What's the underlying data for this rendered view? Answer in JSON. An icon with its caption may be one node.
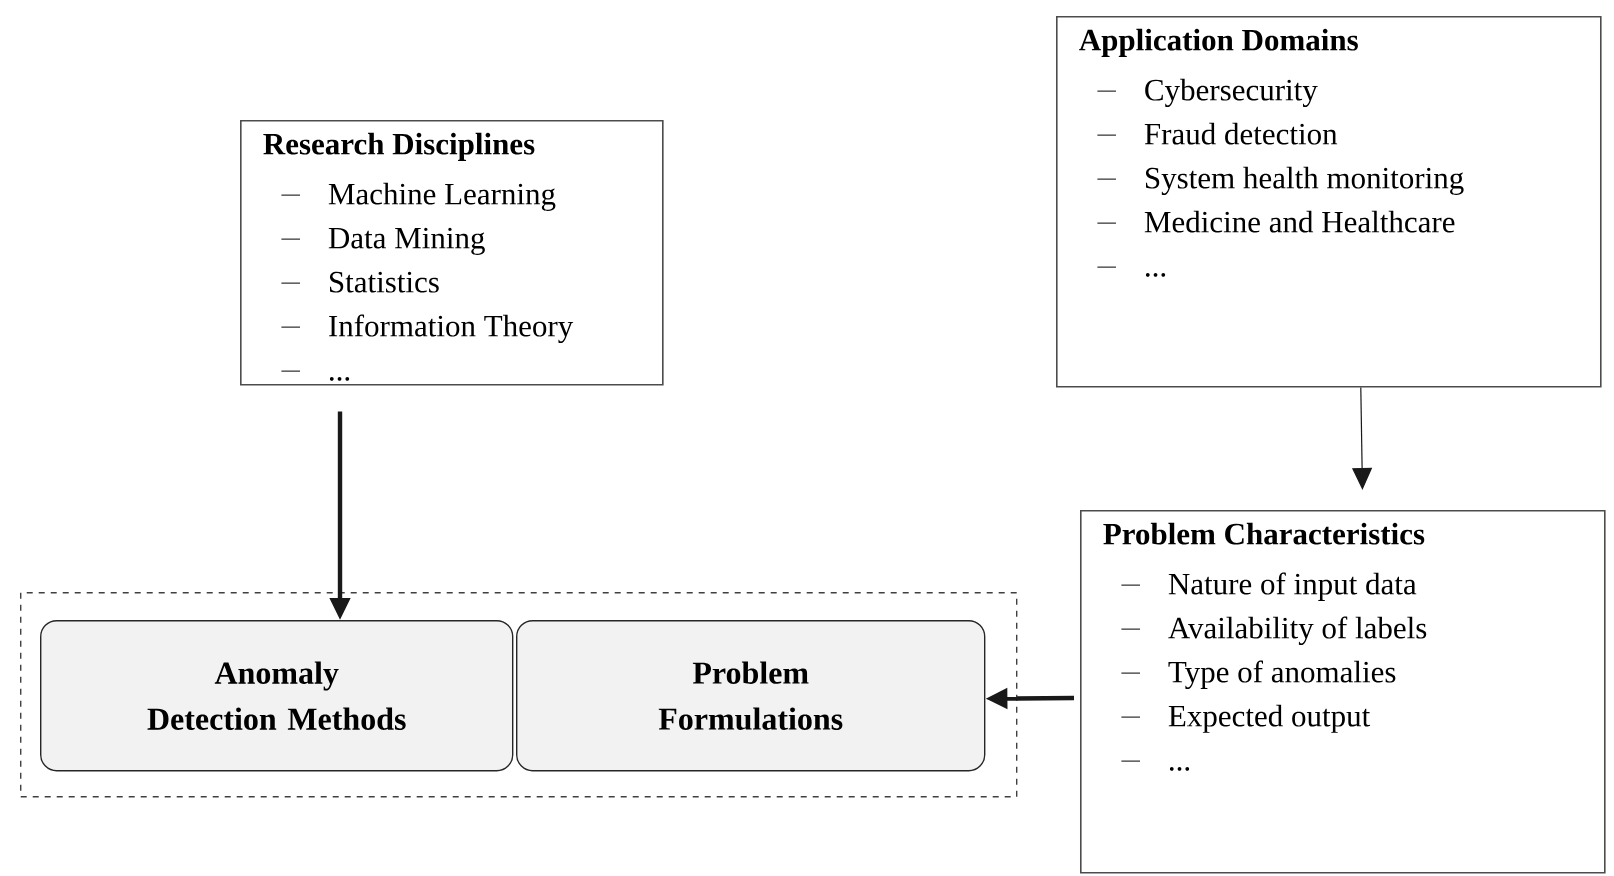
{
  "diagram": {
    "nodes": [
      {
        "text": [
          "Research Disciplines",
          "Machine Learning",
          "Data Mining",
          "Statistics",
          "Information Theory",
          "..."
        ]
      },
      {
        "text": [
          "Application Domains",
          "Cybersecurity",
          "Fraud detection",
          "System health monitoring",
          "Medicine and Healthcare",
          "..."
        ]
      },
      {
        "text": [
          "Problem Characteristics",
          "Nature of input data",
          "Availability of labels",
          "Type of anomalies",
          "Expected output",
          "..."
        ]
      },
      {
        "text": [],
        "shape": "box"
      },
      {
        "text": [
          "Anomaly Detection Methods"
        ],
        "in": 3
      },
      {
        "text": [
          "Problem Formulations"
        ],
        "in": 3
      }
    ],
    "edges": [
      {
        "from": 0,
        "to": 4,
        "arrow": "to"
      },
      {
        "from": 1,
        "to": 2,
        "arrow": "to"
      },
      {
        "from": 2,
        "to": 5,
        "arrow": "to"
      }
    ]
  }
}
